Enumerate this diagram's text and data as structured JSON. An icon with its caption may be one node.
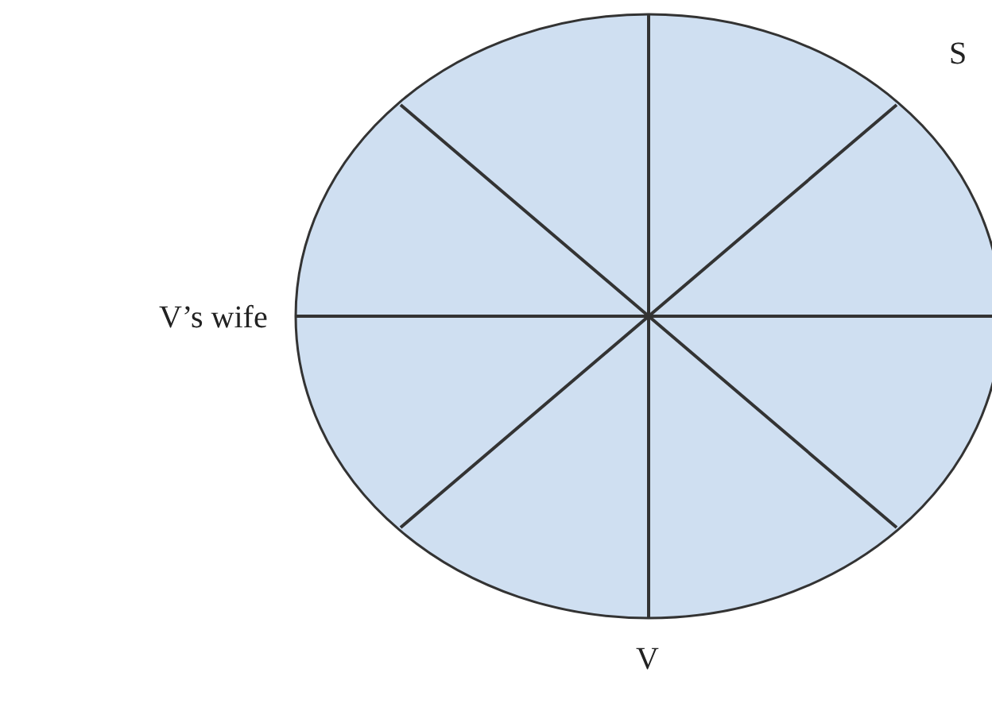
{
  "diagram": {
    "labels": [
      "S",
      "V’s wife",
      "V"
    ]
  }
}
